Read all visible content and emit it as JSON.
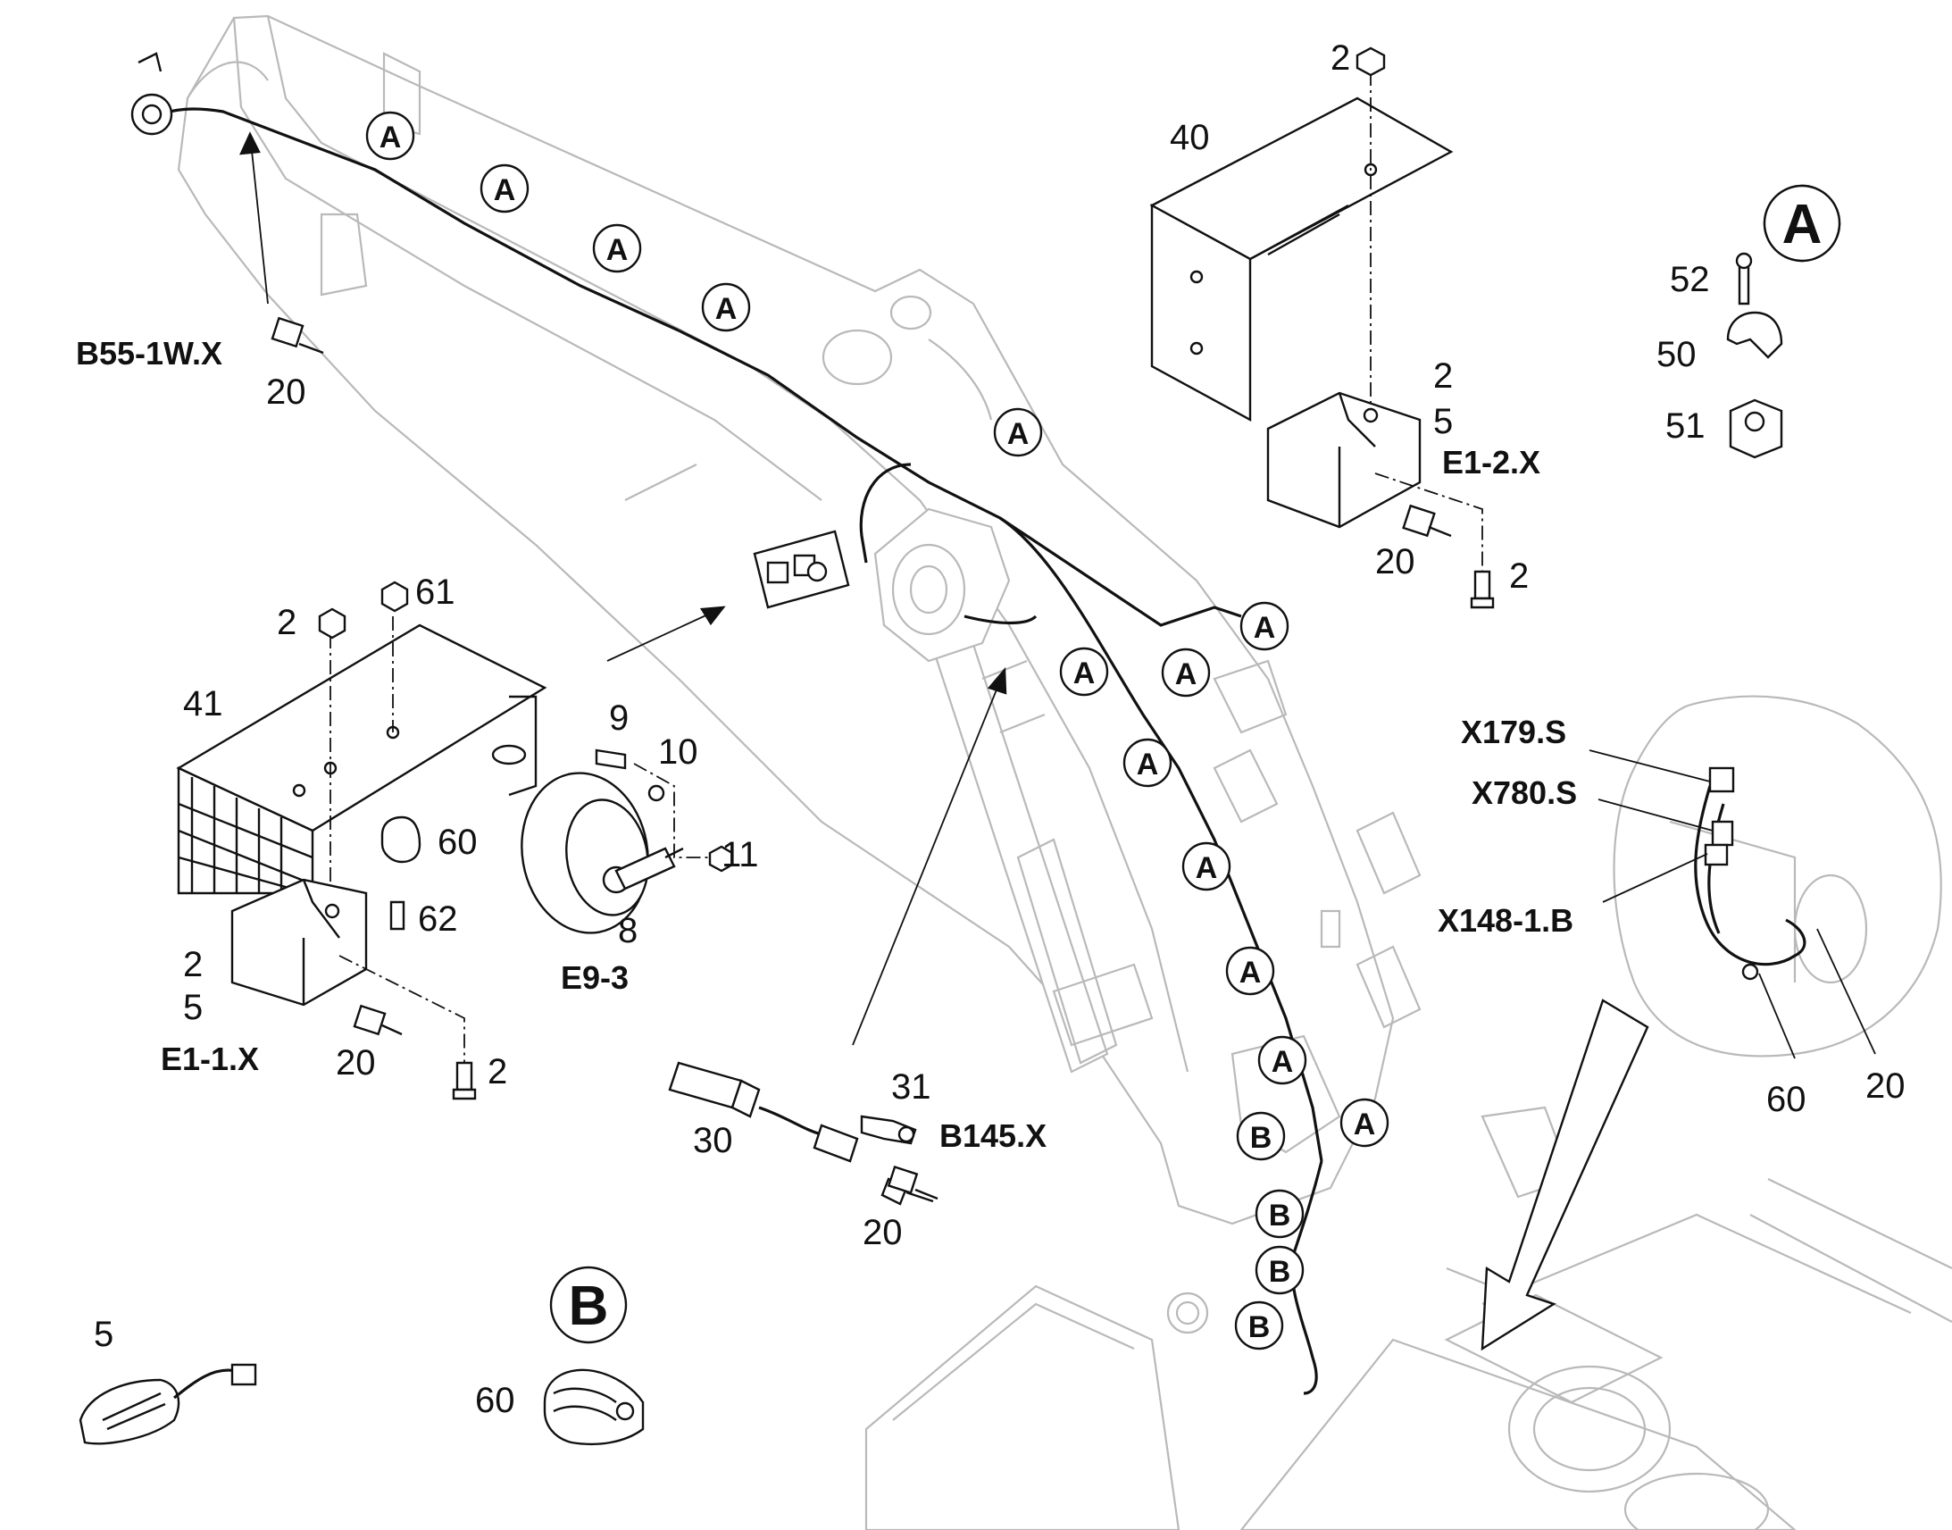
{
  "callouts": {
    "n2_top": "2",
    "n40": "40",
    "n2_r1": "2",
    "n5_r": "5",
    "e1_2": "E1-2.X",
    "n20_r": "20",
    "n2_r2": "2",
    "detailA_title": "A",
    "n52": "52",
    "n50": "50",
    "n51": "51",
    "b55": "B55-1W.X",
    "n20_tl": "20",
    "n2_l": "2",
    "n61": "61",
    "n41": "41",
    "n60_l": "60",
    "n62": "62",
    "n2_l2": "2",
    "n5_l": "5",
    "e1_1": "E1-1.X",
    "n20_l": "20",
    "n2_l3": "2",
    "n9": "9",
    "n10": "10",
    "n11": "11",
    "n8": "8",
    "e9_3": "E9-3",
    "n31": "31",
    "b145": "B145.X",
    "n30": "30",
    "n20_m": "20",
    "x179": "X179.S",
    "x780": "X780.S",
    "x148": "X148-1.B",
    "n60_d": "60",
    "n20_d": "20",
    "n5_bl": "5",
    "detailB_title": "B",
    "n60_b": "60",
    "bubble_a": "A",
    "bubble_b": "B"
  }
}
